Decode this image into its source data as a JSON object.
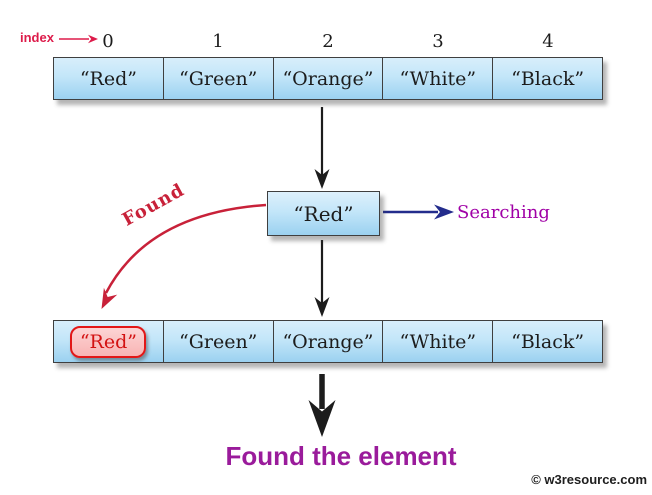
{
  "labels": {
    "index": "index",
    "searching": "Searching",
    "found": "Found",
    "result": "Found the element",
    "watermark": "© w3resource.com"
  },
  "array": {
    "indices": [
      "0",
      "1",
      "2",
      "3",
      "4"
    ],
    "values": [
      "“Red”",
      "“Green”",
      "“Orange”",
      "“White”",
      "“Black”"
    ]
  },
  "search": {
    "current_element": "“Red”",
    "found_value": "“Red”"
  },
  "colors": {
    "accent-red": "#dd1b4a",
    "found-red": "#c82139",
    "navy": "#232c8c",
    "search-purple": "#a000a6",
    "result-purple": "#9a1b9b",
    "highlight-red": "#e21717",
    "highlight-text": "#d31212",
    "cell-border": "#3f3f3f",
    "ink": "#1c1c1c"
  }
}
